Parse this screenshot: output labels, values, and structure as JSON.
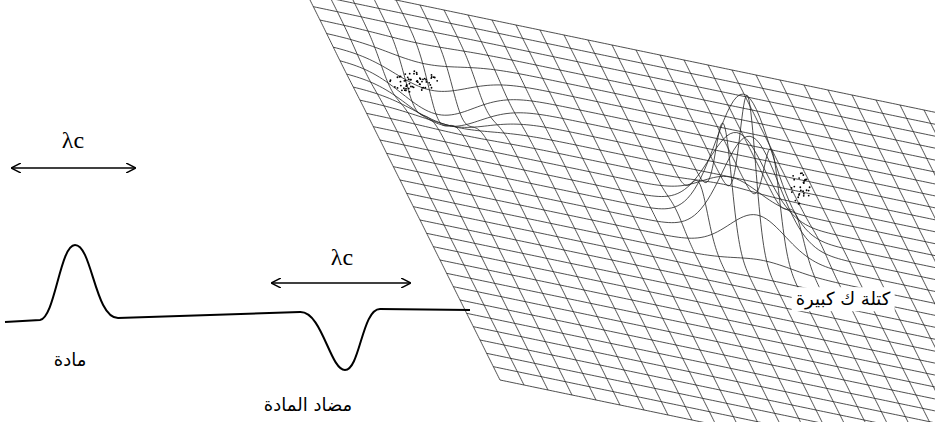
{
  "diagram": {
    "labels": [
      "λc",
      "λc",
      "مادة",
      "مضاد المادة",
      "كتلة ك كبيرة"
    ]
  }
}
